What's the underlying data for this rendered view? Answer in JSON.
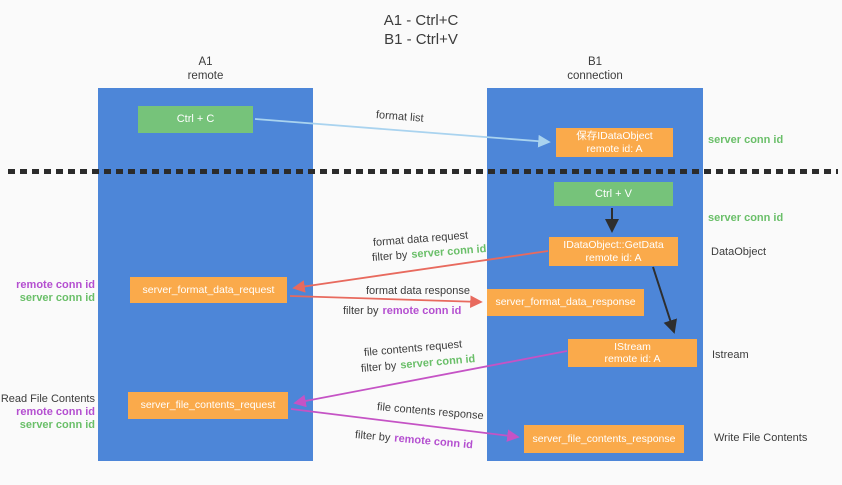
{
  "title": {
    "line1": "A1 - Ctrl+C",
    "line2": "B1 - Ctrl+V"
  },
  "columns": {
    "left": {
      "name": "A1",
      "role": "remote"
    },
    "right": {
      "name": "B1",
      "role": "connection"
    }
  },
  "boxes": {
    "ctrl_c": {
      "label": "Ctrl + C"
    },
    "ctrl_v": {
      "label": "Ctrl + V"
    },
    "save_dataobject": {
      "line1": "保存IDataObject",
      "line2": "remote id: A"
    },
    "getdata": {
      "line1": "IDataObject::GetData",
      "line2": "remote id: A"
    },
    "istream": {
      "line1": "IStream",
      "line2": "remote id: A"
    },
    "format_request": {
      "label": "server_format_data_request"
    },
    "format_response": {
      "label": "server_format_data_response"
    },
    "file_request": {
      "label": "server_file_contents_request"
    },
    "file_response": {
      "label": "server_file_contents_response"
    }
  },
  "side_labels": {
    "server_conn_id_top": "server conn id",
    "server_conn_id_mid": "server conn id",
    "dataobject": "DataObject",
    "istream": "Istream",
    "write_file_contents": "Write File Contents",
    "read_file_contents": "Read File Contents",
    "left_remote_conn_id_1": "remote conn id",
    "left_server_conn_id_1": "server conn id",
    "left_remote_conn_id_2": "remote conn id",
    "left_server_conn_id_2": "server conn id"
  },
  "flow_labels": {
    "format_list": "format list",
    "format_data_request": "format data request",
    "format_data_response": "format data response",
    "file_contents_request": "file contents request",
    "file_contents_response": "file contents response",
    "filter_by": "filter by",
    "filter_server_conn_id": "server conn id",
    "filter_remote_conn_id": "remote conn id"
  },
  "colors": {
    "background": "#fafafa",
    "column_blue": "#4d86d8",
    "box_green": "#76c37a",
    "box_orange": "#faaa4b",
    "green_text": "#6abf69",
    "purple_text": "#b44fd0",
    "arrow_lightblue": "#a9d3ef",
    "arrow_red": "#e86a5e",
    "arrow_magenta": "#c553c5",
    "arrow_black": "#2e2e2e"
  }
}
